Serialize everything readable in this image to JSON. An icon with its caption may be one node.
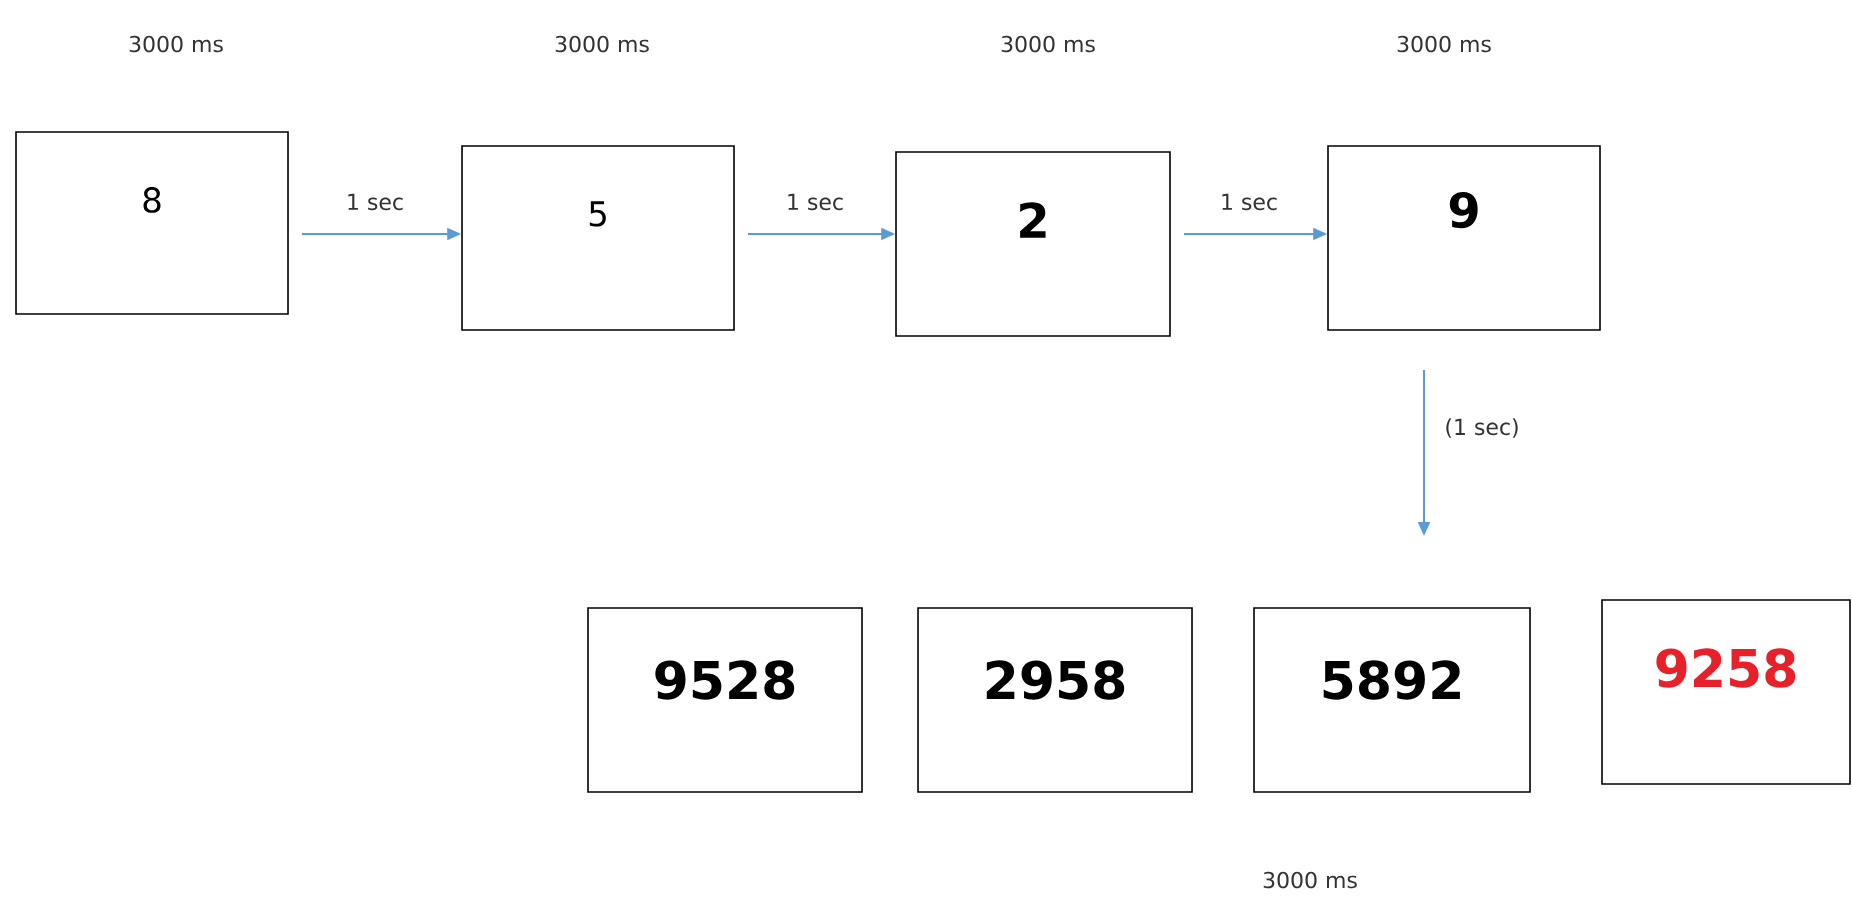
{
  "diagram": {
    "nodes": [
      {
        "text": [
          "8"
        ]
      },
      {
        "text": [
          "5"
        ]
      },
      {
        "text": [
          "2"
        ]
      },
      {
        "text": [
          "9"
        ]
      },
      {
        "text": [
          "9528"
        ]
      },
      {
        "text": [
          "2958"
        ]
      },
      {
        "text": [
          "5892"
        ]
      },
      {
        "text": [
          "9258"
        ]
      }
    ],
    "edges": [
      {
        "from": 0,
        "to": 1,
        "arrow": "to",
        "label": "1 sec"
      },
      {
        "from": 1,
        "to": 2,
        "arrow": "to",
        "label": "1 sec"
      },
      {
        "from": 2,
        "to": 3,
        "arrow": "to",
        "label": "1 sec"
      },
      {
        "from": 3,
        "to": null,
        "arrow": "to",
        "label": "(1 sec)"
      }
    ],
    "labels": [
      "3000 ms",
      "3000 ms",
      "3000 ms",
      "3000 ms",
      "3000 ms"
    ]
  }
}
